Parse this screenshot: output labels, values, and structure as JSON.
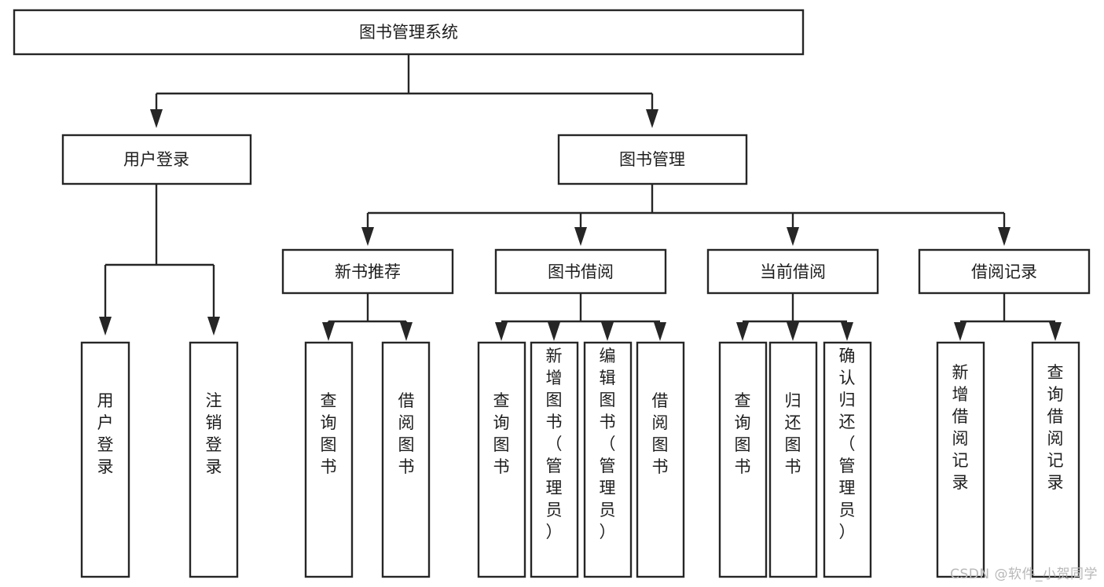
{
  "diagram": {
    "title": "图书管理系统",
    "type": "tree-hierarchy",
    "watermark": "CSDN @软件_小贺同学",
    "colors": {
      "stroke": "#262626",
      "fill": "#ffffff",
      "text": "#1d1d1d",
      "watermark": "#b8b8b8",
      "background": "#ffffff"
    },
    "root": {
      "label": "图书管理系统"
    },
    "level2": [
      {
        "id": "user-login",
        "label": "用户登录"
      },
      {
        "id": "book-manage",
        "label": "图书管理"
      }
    ],
    "level3": [
      {
        "id": "new-book-recommend",
        "label": "新书推荐",
        "parent": "book-manage"
      },
      {
        "id": "book-borrow",
        "label": "图书借阅",
        "parent": "book-manage"
      },
      {
        "id": "current-borrow",
        "label": "当前借阅",
        "parent": "book-manage"
      },
      {
        "id": "borrow-record",
        "label": "借阅记录",
        "parent": "book-manage"
      }
    ],
    "leaves": {
      "user-login": [
        {
          "id": "leaf-user-login",
          "label": "用户登录"
        },
        {
          "id": "leaf-user-logout",
          "label": "注销登录"
        }
      ],
      "new-book-recommend": [
        {
          "id": "leaf-query-book-1",
          "label": "查询图书"
        },
        {
          "id": "leaf-borrow-book-1",
          "label": "借阅图书"
        }
      ],
      "book-borrow": [
        {
          "id": "leaf-query-book-2",
          "label": "查询图书"
        },
        {
          "id": "leaf-add-book",
          "label": "新增图书（管理员）"
        },
        {
          "id": "leaf-edit-book",
          "label": "编辑图书（管理员）"
        },
        {
          "id": "leaf-borrow-book-2",
          "label": "借阅图书"
        }
      ],
      "current-borrow": [
        {
          "id": "leaf-query-book-3",
          "label": "查询图书"
        },
        {
          "id": "leaf-return-book",
          "label": "归还图书"
        },
        {
          "id": "leaf-confirm-return",
          "label": "确认归还（管理员）"
        }
      ],
      "borrow-record": [
        {
          "id": "leaf-add-record",
          "label": "新增借阅记录"
        },
        {
          "id": "leaf-query-record",
          "label": "查询借阅记录"
        }
      ]
    }
  }
}
